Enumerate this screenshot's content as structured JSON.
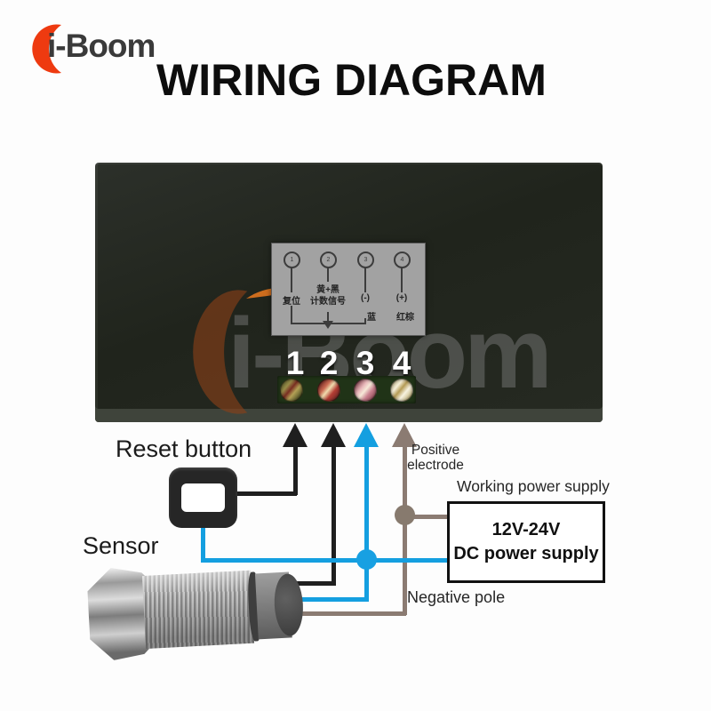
{
  "logo": {
    "brand": "i-Boom"
  },
  "header": {
    "title": "WIRING DIAGRAM"
  },
  "watermark": {
    "text": "i-Boom"
  },
  "plate": {
    "circles": [
      "1",
      "2",
      "3",
      "4"
    ],
    "t1_l1": "复位",
    "t2_l1": "黄+黑",
    "t2_l2": "计数信号",
    "t3_l1": "(-)",
    "t3_l2": "蓝",
    "t4_l1": "(+)",
    "t4_l2": "红棕"
  },
  "terminals": {
    "numbers": [
      "1",
      "2",
      "3",
      "4"
    ]
  },
  "labels": {
    "reset_button": "Reset button",
    "sensor": "Sensor",
    "positive_electrode_line1": "Positive",
    "positive_electrode_line2": "electrode",
    "working_power_supply": "Working power supply",
    "negative_pole": "Negative pole"
  },
  "power_supply": {
    "voltage": "12V-24V",
    "name": "DC power supply"
  },
  "colors": {
    "blue": "#149fe0",
    "taupe": "#8b7b72",
    "wire_black": "#1f1f1f",
    "accent_orange": "#ee3a10",
    "panel_green_black": "#23271f",
    "terminal_green": "#203317"
  }
}
